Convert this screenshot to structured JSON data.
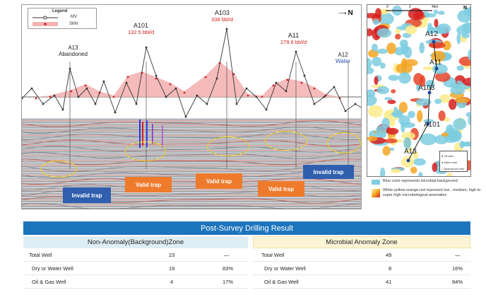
{
  "legend": {
    "title": "Legend",
    "mv": "MV",
    "smv": "SMV"
  },
  "north": "N",
  "wells": [
    {
      "name": "A13",
      "status": "Abandoned"
    },
    {
      "name": "A101",
      "rate": "132.5 bbl/d"
    },
    {
      "name": "A103",
      "rate": "338 bbl/d"
    },
    {
      "name": "A11",
      "rate": "279.6 bbl/d"
    },
    {
      "name": "A12",
      "status": "Water"
    }
  ],
  "callouts": [
    "Invalid trap",
    "Valid trap",
    "Valid trap",
    "Valid trap",
    "Invalid trap"
  ],
  "map": {
    "scale": [
      "0",
      "2",
      "4km"
    ],
    "north": "N",
    "wells": [
      "A12",
      "A11",
      "A103",
      "A101",
      "A13"
    ],
    "legend": [
      "Oil well",
      "Water well",
      "Abandoned well"
    ],
    "note_blue": "Blue color represents microbial  background",
    "note_warm": "White-yellow-orange-red represent low , medium, high to super high microbiological anomalies"
  },
  "table": {
    "title": "Post-Survey Drilling Result",
    "left": {
      "header": "Non-Anomaly(Background)Zone",
      "rows": [
        {
          "label": "Total Well",
          "count": "23",
          "pct": "—"
        },
        {
          "label": "Dry or Water Well",
          "count": "19",
          "pct": "83%"
        },
        {
          "label": "Oil & Gas Well",
          "count": "4",
          "pct": "17%"
        }
      ]
    },
    "right": {
      "header": "Microbial Anomaly Zone",
      "rows": [
        {
          "label": "Total Well",
          "count": "49",
          "pct": "—"
        },
        {
          "label": "Dry or Water Well",
          "count": "8",
          "pct": "16%"
        },
        {
          "label": "Oil & Gas Well",
          "count": "41",
          "pct": "84%"
        }
      ]
    }
  },
  "colors": {
    "smv_fill": "#f4b3b3",
    "mv_line": "#333333",
    "smv_dot": "#d42020",
    "header_blue": "#1c75bc",
    "left_zone": "#dfeef5",
    "right_zone": "#fbf4d6"
  }
}
